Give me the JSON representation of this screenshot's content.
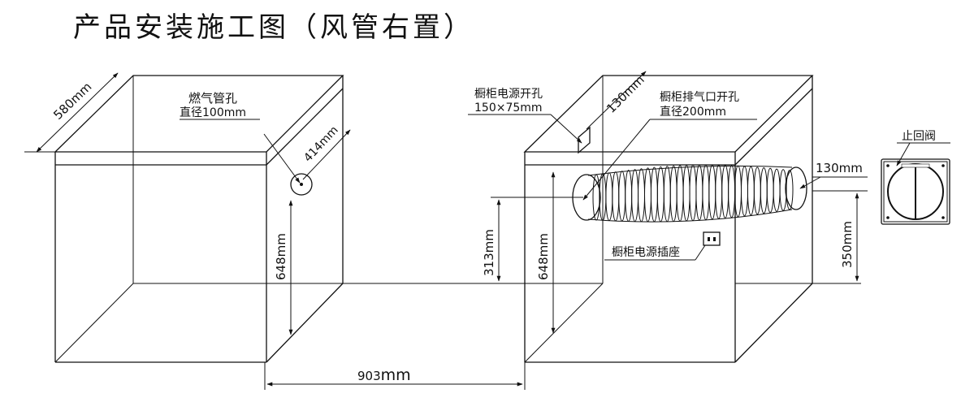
{
  "title": "产品安装施工图（风管右置）",
  "labels": {
    "gas_hole_title": "燃气管孔",
    "gas_hole_diameter": "直径100mm",
    "power_hole_title": "橱柜电源开孔",
    "power_hole_size": "150×75mm",
    "exhaust_hole_title": "橱柜排气口开孔",
    "exhaust_hole_diameter": "直径200mm",
    "socket": "橱柜电源插座",
    "check_valve": "止回阀"
  },
  "dimensions": {
    "depth": "580mm",
    "gas_from_right": "414mm",
    "gas_height": "648mm",
    "gap_width_value": "903",
    "gap_width_unit": "mm",
    "power_from_right": "130mm",
    "exhaust_center_height": "313mm",
    "exhaust_height": "648mm",
    "duct_gap": "130mm",
    "valve_height": "350mm"
  },
  "colors": {
    "line": "#111111",
    "background": "#ffffff"
  }
}
